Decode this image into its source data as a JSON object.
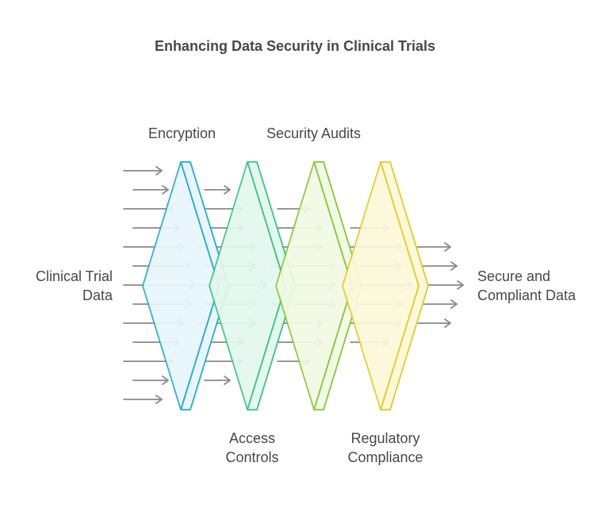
{
  "title": "Enhancing Data Security in Clinical Trials",
  "input_label": "Clinical Trial\nData",
  "output_label": "Secure and\nCompliant Data",
  "stages": [
    {
      "label": "Encryption",
      "label_position": "top",
      "color": "#27a9d2",
      "fill": "#e8f6fc"
    },
    {
      "label": "Access\nControls",
      "label_position": "bottom",
      "color": "#3dc382",
      "fill": "#e3f8ee"
    },
    {
      "label": "Security Audits",
      "label_position": "top",
      "color": "#8bc43c",
      "fill": "#f1fae3"
    },
    {
      "label": "Regulatory\nCompliance",
      "label_position": "bottom",
      "color": "#e0cc2a",
      "fill": "#fcf8d9"
    }
  ],
  "colors": {
    "arrow": "#8a8a8a",
    "text": "#484848"
  }
}
